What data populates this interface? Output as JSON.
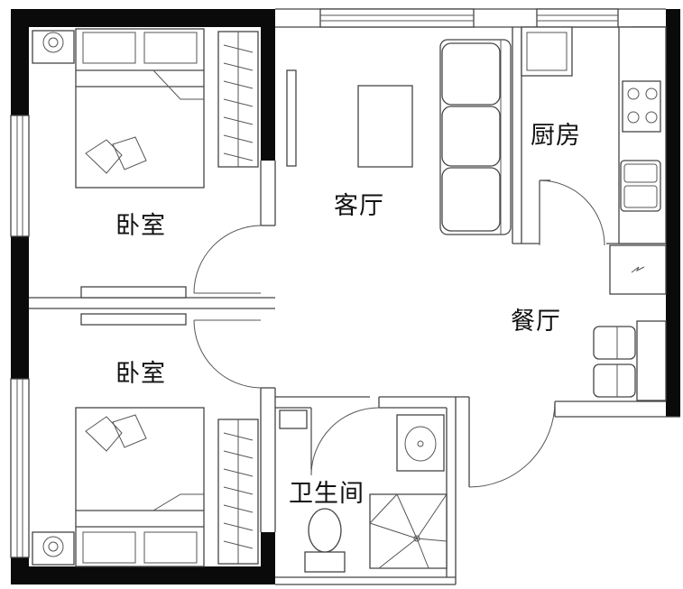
{
  "rooms": {
    "bedroom_top": "卧室",
    "bedroom_bottom": "卧室",
    "living_room": "客厅",
    "kitchen": "厨房",
    "dining_room": "餐厅",
    "bathroom": "卫生间"
  },
  "colors": {
    "wall": "#0a0a0a",
    "line": "#444444",
    "background": "#ffffff"
  }
}
